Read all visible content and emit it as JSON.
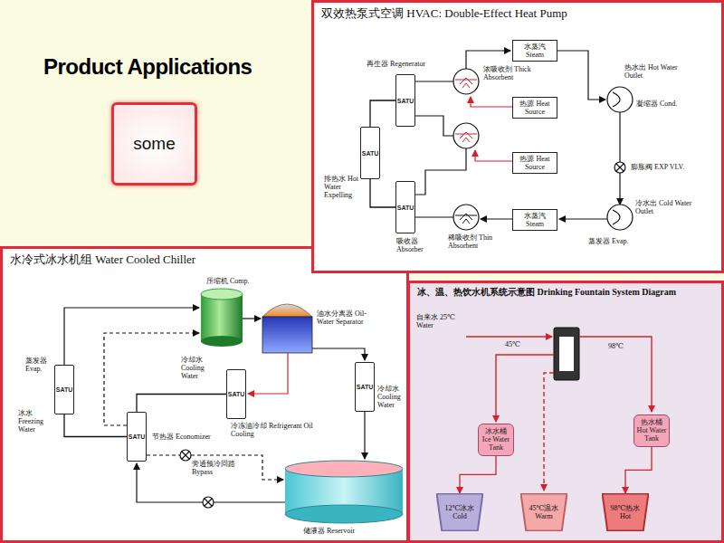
{
  "diagram": {
    "title": "Product Applications",
    "nodes": [
      {
        "text": [
          "some"
        ]
      },
      {
        "text": [
          "双效热泵式空调 HVAC: Double-Effect Heat Pump"
        ]
      },
      {
        "text": [
          "SATU"
        ],
        "in": 1
      },
      {
        "text": [
          "水蒸汽 Steam"
        ],
        "in": 1
      },
      {
        "text": [
          "热源 Heat Source"
        ],
        "in": 1
      },
      {
        "text": [
          "SATU"
        ],
        "in": 1
      },
      {
        "text": [
          "热源 Heat Source"
        ],
        "in": 1
      },
      {
        "text": [
          "SATU"
        ],
        "in": 1
      },
      {
        "text": [
          "水蒸汽 Steam"
        ],
        "in": 1
      },
      {
        "text": [
          "水冷式冰水机组 Water Cooled Chiller"
        ]
      },
      {
        "text": [
          "SATU"
        ],
        "in": 9
      },
      {
        "text": [
          "SATU"
        ],
        "in": 9
      },
      {
        "text": [
          "SATU"
        ],
        "in": 9
      },
      {
        "text": [
          "SATU"
        ],
        "in": 9
      },
      {
        "text": [
          "冰、温、热饮水机系统示意图 Drinking Fountain System Diagram"
        ]
      },
      {
        "text": [
          "冰水桶 Ice Water Tank"
        ],
        "in": 14
      },
      {
        "text": [
          "热水桶 Hot Water Tank"
        ],
        "in": 14
      },
      {
        "text": [
          "12℃冰水 Cold"
        ],
        "in": 14
      },
      {
        "text": [
          "45℃温水 Warm"
        ],
        "in": 14
      },
      {
        "text": [
          "98℃热水 Hot"
        ],
        "in": 14
      }
    ],
    "edges": [
      {
        "from": 2,
        "to": 5,
        "arrow": "none"
      },
      {
        "from": 5,
        "to": 7,
        "arrow": "none"
      },
      {
        "from": 13,
        "to": 10,
        "arrow": "none"
      },
      {
        "from": 11,
        "to": 13,
        "arrow": "none"
      },
      {
        "from": 15,
        "to": 17,
        "arrow": "to"
      },
      {
        "from": 16,
        "to": 19,
        "arrow": "to"
      }
    ],
    "labels": [
      "再生器 Regenerator",
      "浓吸收剂 Thick Absorbent",
      "热水出 Hot Water Outlet",
      "凝缩器 Cond.",
      "排热水 Hot Water Expelling",
      "膨胀阀 EXP VLV.",
      "冷水出 Cold Water Outlet",
      "吸收器 Absorber",
      "稀吸收剂 Thin Absorbent",
      "蒸发器 Evap.",
      "压缩机 Comp.",
      "油水分离器 Oil-Water Separator",
      "蒸发器 Evap.",
      "冰水 Freezing Water",
      "冷却水 Cooling Water",
      "冷冻油冷却 Refrigerant Oil Cooling",
      "冷却水 Cooling Water",
      "节热器 Economizer",
      "旁通预冷回路 Bypass",
      "储液器 Reservoir",
      "自来水 25℃ Water",
      "45℃",
      "98℃"
    ]
  }
}
